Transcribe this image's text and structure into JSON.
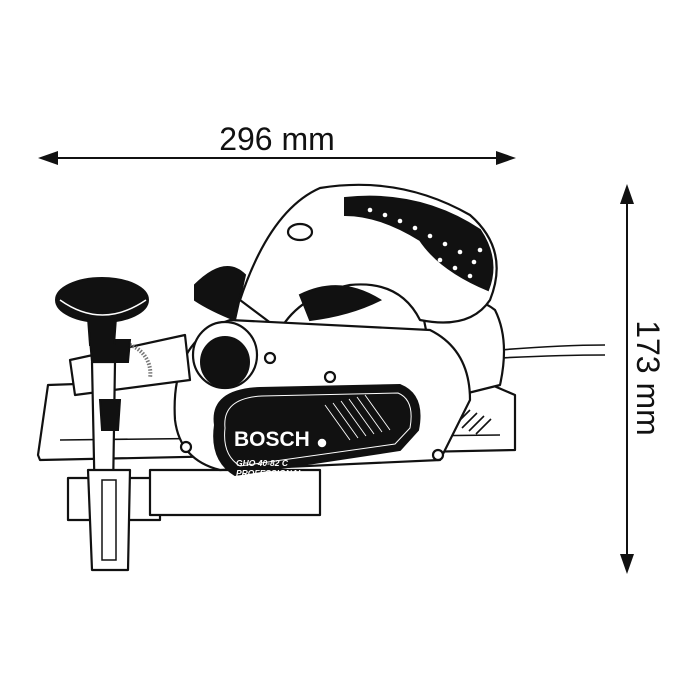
{
  "dimensions": {
    "width_label": "296 mm",
    "height_label": "173 mm"
  },
  "product": {
    "brand": "BOSCH",
    "model": "GHO 40-82 C",
    "line": "PROFESSIONAL"
  },
  "colors": {
    "line": "#111111",
    "background": "#ffffff"
  }
}
